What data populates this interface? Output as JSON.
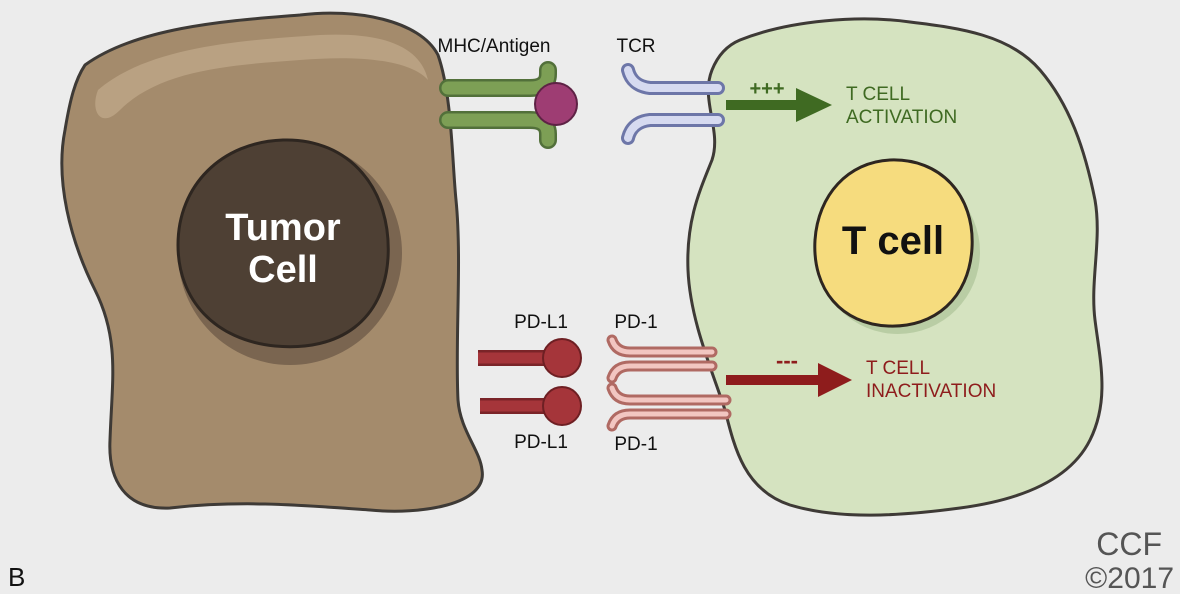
{
  "panel_label": "B",
  "tumor_cell": {
    "line1": "Tumor",
    "line2": "Cell"
  },
  "t_cell": {
    "label": "T cell"
  },
  "labels": {
    "mhc_antigen": "MHC/Antigen",
    "tcr": "TCR",
    "pd_l1_top": "PD-L1",
    "pd_l1_bottom": "PD-L1",
    "pd_1_top": "PD-1",
    "pd_1_bottom": "PD-1"
  },
  "activation": {
    "sign": "+++",
    "line1": "T CELL",
    "line2": "ACTIVATION",
    "color": "#3f6a22"
  },
  "inactivation": {
    "sign": "---",
    "line1": "T CELL",
    "line2": "INACTIVATION",
    "color": "#8e1c1c"
  },
  "credit": {
    "line1": "CCF",
    "line2": "©2017"
  },
  "colors": {
    "tumor_body": "#a48b6c",
    "tumor_nucleus": "#4e4034",
    "t_cell_body": "#d5e3c0",
    "t_cell_nucleus": "#f6dc7e",
    "mhc_receptor": "#7d9f55",
    "antigen": "#9e3d73",
    "tcr_receptor": "#a4acd5",
    "pd_l1": "#a5353a",
    "pd_1": "#dc9a93"
  }
}
